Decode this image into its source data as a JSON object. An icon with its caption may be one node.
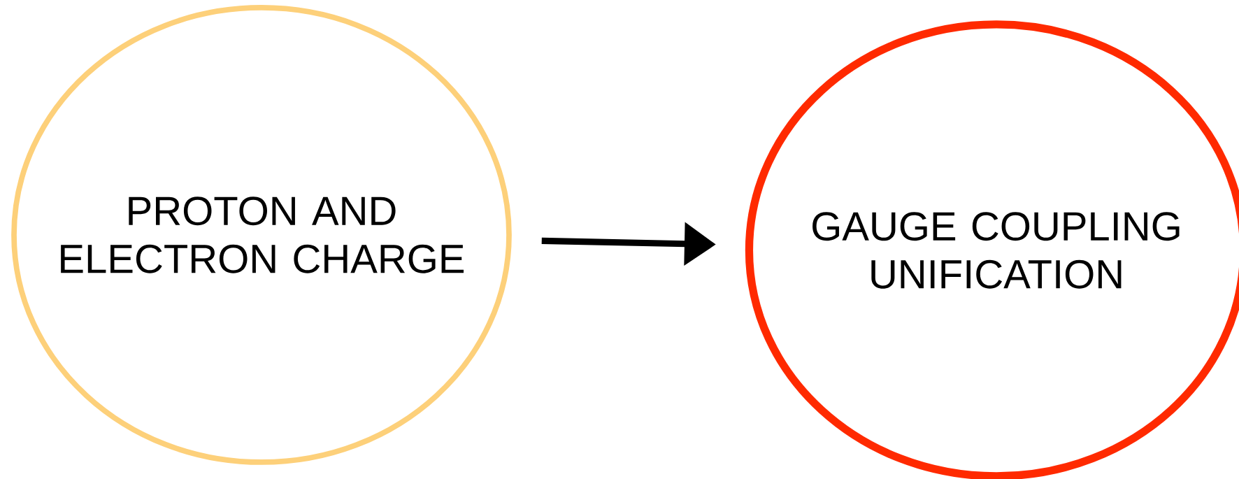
{
  "diagram": {
    "nodes": [
      {
        "text": [
          "PROTON AND ELECTRON CHARGE"
        ]
      },
      {
        "text": [
          "GAUGE COUPLING UNIFICATION"
        ]
      }
    ],
    "edges": [
      {
        "from": 0,
        "to": 1,
        "arrow": "to"
      }
    ]
  }
}
